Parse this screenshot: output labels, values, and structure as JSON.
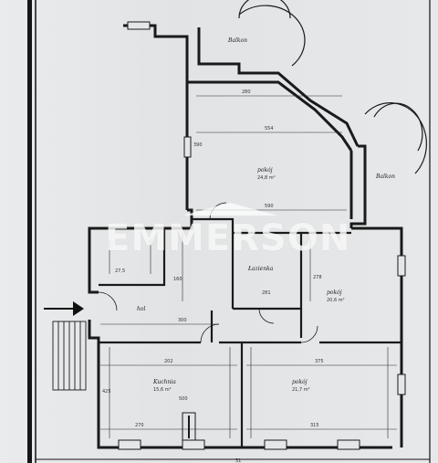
{
  "watermark": {
    "text": "EMMERSON"
  },
  "footer": {
    "text": "31"
  },
  "rooms": [
    {
      "id": "balcony-top",
      "label": "Balkon",
      "area": ""
    },
    {
      "id": "living-upper",
      "label": "pokój",
      "area": "24,8 m²"
    },
    {
      "id": "balcony-right",
      "label": "Balkon",
      "area": ""
    },
    {
      "id": "kitchen",
      "label": "",
      "area": "27,5"
    },
    {
      "id": "bathroom",
      "label": "Łazienka",
      "area": ""
    },
    {
      "id": "room-right",
      "label": "pokój",
      "area": "20,6 m²"
    },
    {
      "id": "hall",
      "label": "hol",
      "area": ""
    },
    {
      "id": "room-bottom-left",
      "label": "Kuchnia",
      "area": "15,6 m²"
    },
    {
      "id": "room-bottom-right",
      "label": "pokój",
      "area": "21,7 m²"
    }
  ],
  "dimensions": [
    "280",
    "554",
    "590",
    "390",
    "300",
    "281",
    "278",
    "160",
    "375",
    "202",
    "425",
    "270",
    "315",
    "500"
  ],
  "colors": {
    "line": "#1a1a1a",
    "paper": "#e4e6e8",
    "frame": "#0e0e0e"
  }
}
